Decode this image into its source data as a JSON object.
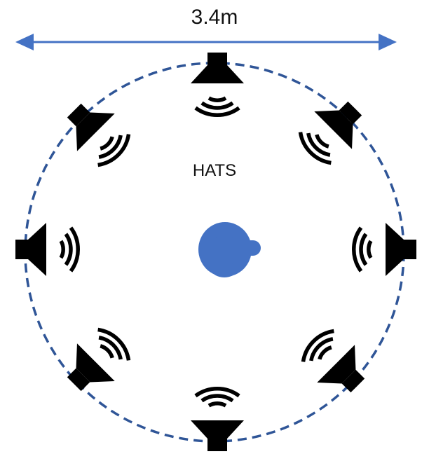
{
  "diagram": {
    "dimension_label": "3.4m",
    "center_label": "HATS",
    "speaker_count": 8,
    "colors": {
      "accent_blue": "#4472C4",
      "circle_dash": "#2F5597",
      "speaker": "#000000",
      "head": "#4472C4"
    },
    "icons": [
      "speaker-icon",
      "sound-wave-icon",
      "head-icon",
      "double-arrow-icon"
    ]
  }
}
